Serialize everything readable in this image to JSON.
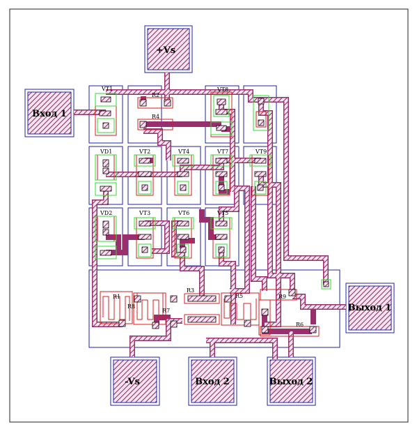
{
  "colors": {
    "metal": "#9a2f6e",
    "metal_light": "#efe0e8",
    "cell_border": "#1f22a8",
    "resistor": "#d81e1e",
    "diffusion": "#2ddc2d",
    "frame": "#222222"
  },
  "pads": {
    "vs_plus": "+Vs",
    "vs_minus": "-Vs",
    "input1": "Вход 1",
    "input2": "Вход 2",
    "output1": "Выход 1",
    "output2": "Выход 2"
  },
  "transistors": {
    "vt1": "VT1",
    "vt2": "VT2",
    "vt3": "VT3",
    "vt4": "VT4",
    "vt5": "VT5",
    "vt6": "VT6",
    "vt7": "VT7",
    "vt8": "VT8",
    "vt9": "VT9",
    "vd1": "VD1",
    "vd2": "VD2"
  },
  "resistors": {
    "r1": "R1",
    "r2": "R2",
    "r3": "R3",
    "r4": "R4",
    "r5": "R5",
    "r6": "R6",
    "r7": "R7",
    "r8": "R8",
    "r9": "R9"
  }
}
